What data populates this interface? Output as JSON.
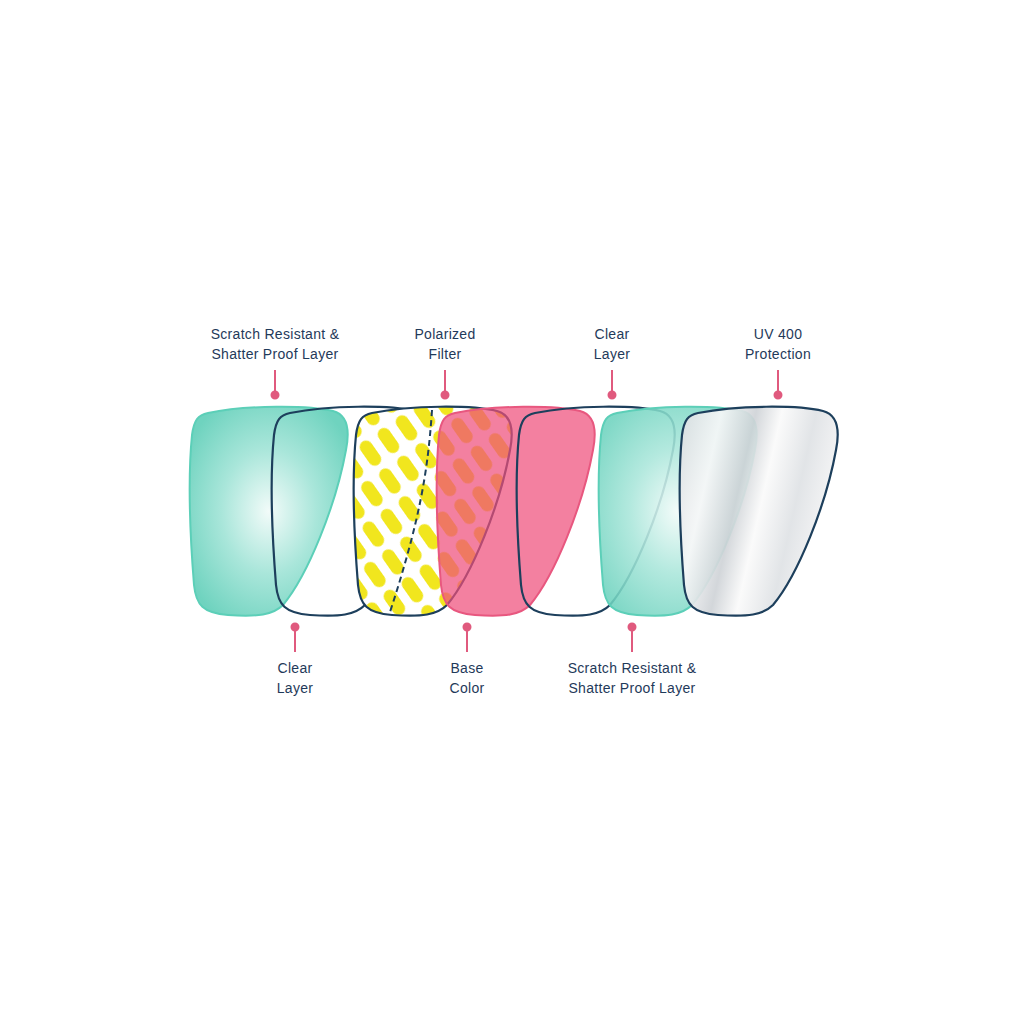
{
  "diagram": {
    "labels": [
      "Scratch Resistant & Shatter Proof Layer",
      "Polarized Filter",
      "Clear Layer",
      "UV 400 Protection",
      "Clear Layer",
      "Base Color",
      "Scratch Resistant & Shatter Proof Layer"
    ]
  }
}
